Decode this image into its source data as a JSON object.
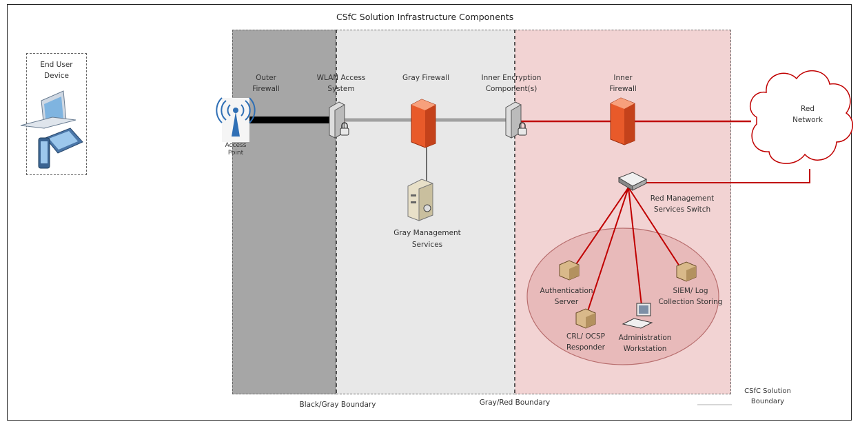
{
  "title": "CSfC Solution Infrastructure Components",
  "end_user_device": "End User Device",
  "components": {
    "access_point": "Access Point",
    "outer_firewall": "Outer Firewall",
    "wlan_access_system": "WLAN Access System",
    "gray_firewall": "Gray Firewall",
    "inner_encryption": "Inner Encryption Component(s)",
    "inner_firewall": "Inner Firewall",
    "red_network": "Red Network",
    "gray_management": "Gray Management Services",
    "red_switch": "Red Management Services Switch",
    "auth_server": "Authentication Server",
    "siem": "SIEM/ Log Collection Storing",
    "crl_ocsp": "CRL/ OCSP Responder",
    "admin_workstation": "Administration Workstation"
  },
  "boundaries": {
    "black_gray": "Black/Gray Boundary",
    "gray_red": "Gray/Red Boundary",
    "csfc_solution": "CSfC Solution Boundary"
  },
  "colors": {
    "black_zone": "#a6a6a6",
    "gray_zone": "#e8e8e8",
    "red_zone": "#f2d3d3",
    "red_link": "#c00000",
    "gray_link": "#a0a0a0",
    "black_link": "#000000"
  },
  "icons": [
    "laptop-icon",
    "tablet-icon",
    "access-point-icon",
    "encryption-device-icon",
    "firewall-icon",
    "server-icon",
    "switch-icon",
    "cloud-icon",
    "workstation-icon"
  ]
}
